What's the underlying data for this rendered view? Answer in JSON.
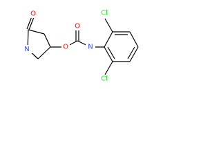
{
  "atoms": {
    "carbonyl_oxygen_ring": {
      "symbol": "O",
      "color": "#ff0d0d"
    },
    "ring_nitrogen": {
      "symbol": "N",
      "color": "#3050f8"
    },
    "carbamate_oxygen": {
      "symbol": "O",
      "color": "#ff0d0d"
    },
    "carbamate_carbonyl_oxygen": {
      "symbol": "O",
      "color": "#ff0d0d"
    },
    "amide_nitrogen": {
      "symbol": "N",
      "color": "#3050f8"
    },
    "chlorine_top": {
      "symbol": "Cl",
      "color": "#1ff01f"
    },
    "chlorine_bottom": {
      "symbol": "Cl",
      "color": "#1ff01f"
    }
  },
  "colors": {
    "bond": "#000000",
    "background": "#ffffff"
  }
}
